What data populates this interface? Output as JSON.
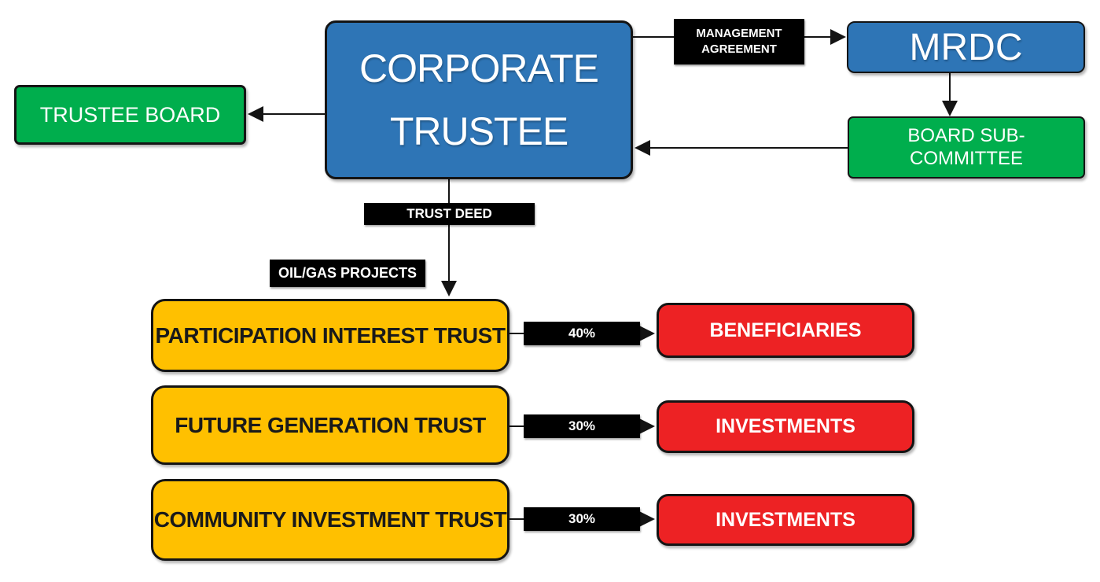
{
  "colors": {
    "blue": "#2E75B6",
    "green": "#00AE4D",
    "yellow": "#FFC000",
    "red": "#ED2224",
    "black_label": "#000000",
    "background": "#FFFFFF",
    "connector": "#141414"
  },
  "nodes": {
    "corporate_trustee": {
      "label": "CORPORATE\nTRUSTEE"
    },
    "trustee_board": {
      "label": "TRUSTEE BOARD"
    },
    "management_agreement": {
      "label": "MANAGEMENT\nAGREEMENT"
    },
    "mrdc": {
      "label": "MRDC"
    },
    "board_sub_committee": {
      "label": "BOARD SUB-\nCOMMITTEE"
    },
    "trust_deed": {
      "label": "TRUST DEED"
    },
    "oil_gas_projects": {
      "label": "OIL/GAS PROJECTS"
    },
    "participation_interest_trust": {
      "label": "PARTICIPATION INTEREST TRUST"
    },
    "beneficiaries": {
      "label": "BENEFICIARIES"
    },
    "future_generation_trust": {
      "label": "FUTURE GENERATION TRUST"
    },
    "investments_top": {
      "label": "INVESTMENTS"
    },
    "community_investment_trust": {
      "label": "COMMUNITY INVESTMENT TRUST"
    },
    "investments_bottom": {
      "label": "INVESTMENTS"
    }
  },
  "edge_labels": {
    "participation_share": "40%",
    "future_generation_share": "30%",
    "community_investment_share": "30%"
  }
}
